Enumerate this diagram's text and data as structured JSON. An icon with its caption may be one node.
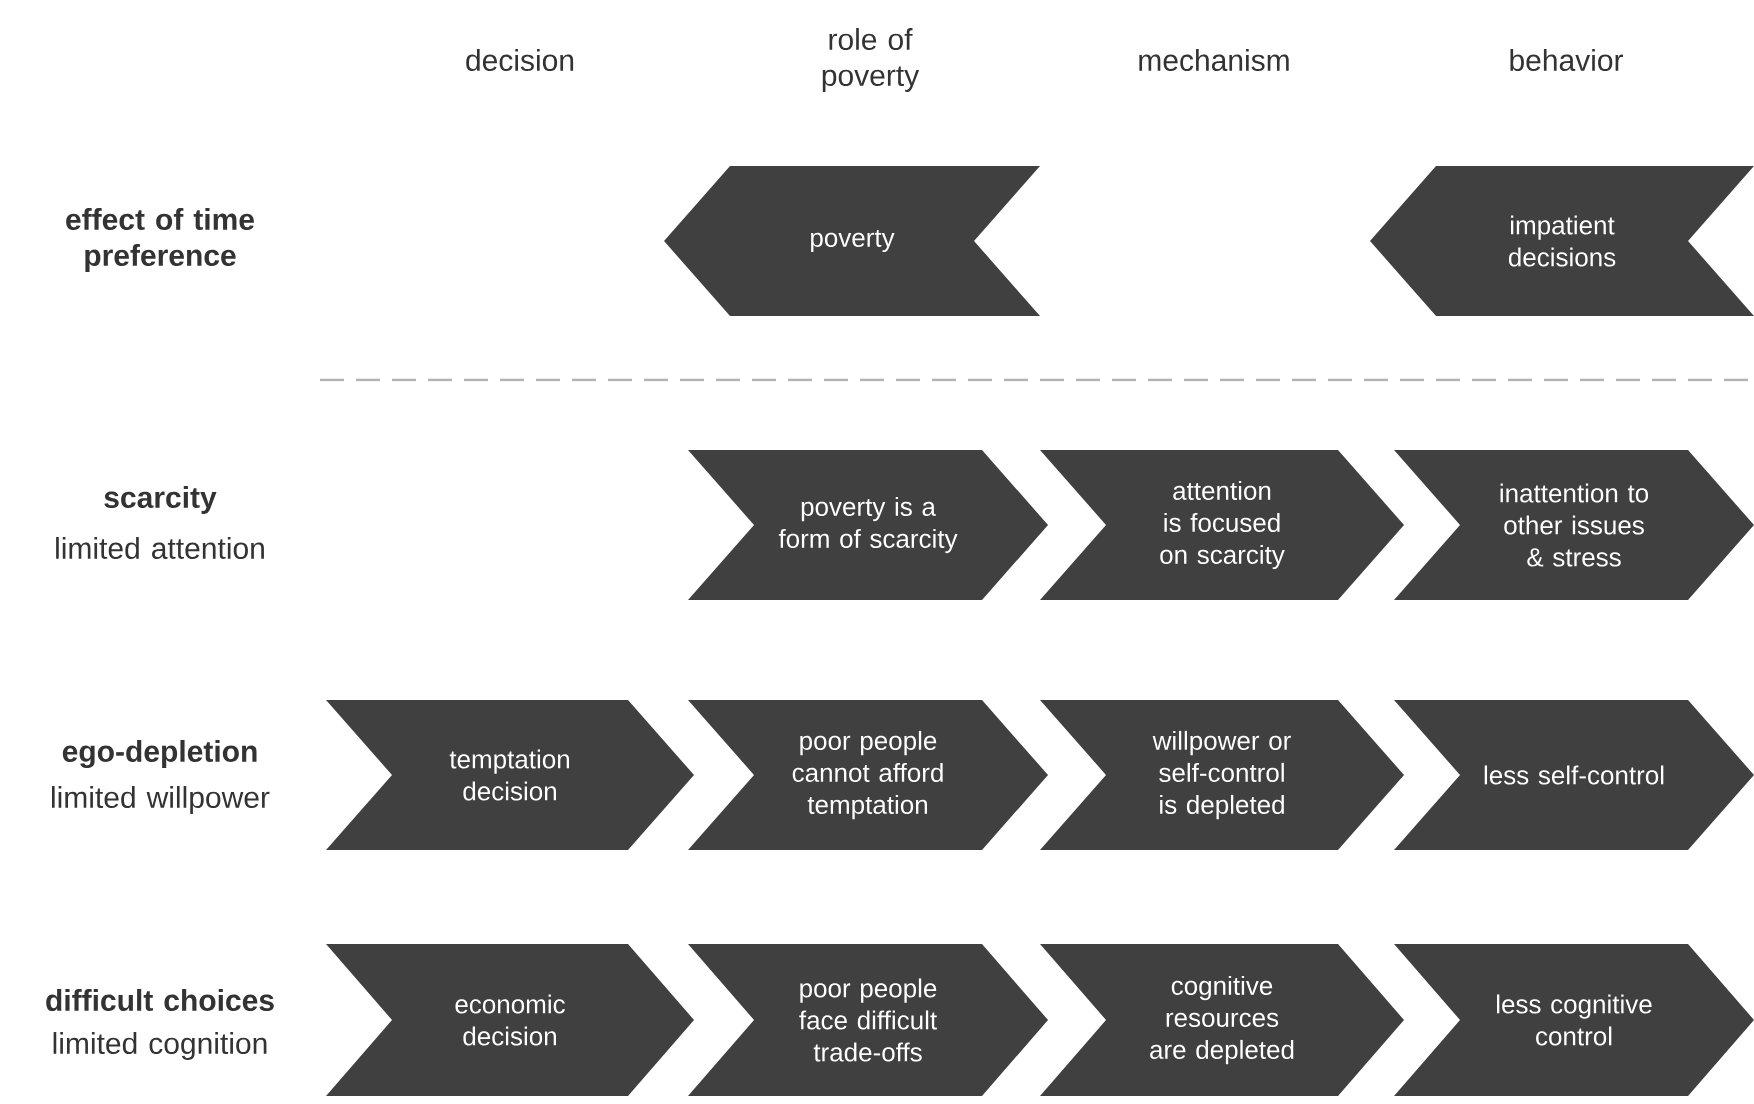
{
  "diagram": {
    "nodes": [
      {
        "text": [
          "poverty"
        ]
      },
      {
        "text": [
          "impatient decisions"
        ]
      },
      {
        "text": [
          "poverty is a form of scarcity"
        ]
      },
      {
        "text": [
          "attention is focused on scarcity"
        ]
      },
      {
        "text": [
          "inattention to other issues & stress"
        ]
      },
      {
        "text": [
          "temptation decision"
        ]
      },
      {
        "text": [
          "poor people cannot afford temptation"
        ]
      },
      {
        "text": [
          "willpower or self-control is depleted"
        ]
      },
      {
        "text": [
          "less self-control"
        ]
      },
      {
        "text": [
          "economic decision"
        ]
      },
      {
        "text": [
          "poor people face difficult trade-offs"
        ]
      },
      {
        "text": [
          "cognitive resources are depleted"
        ]
      },
      {
        "text": [
          "less cognitive control"
        ]
      }
    ],
    "labels": [
      "decision",
      "role of poverty",
      "mechanism",
      "behavior",
      "effect of time preference",
      "scarcity",
      "limited attention",
      "ego-depletion",
      "limited willpower",
      "difficult choices",
      "limited cognition"
    ]
  }
}
